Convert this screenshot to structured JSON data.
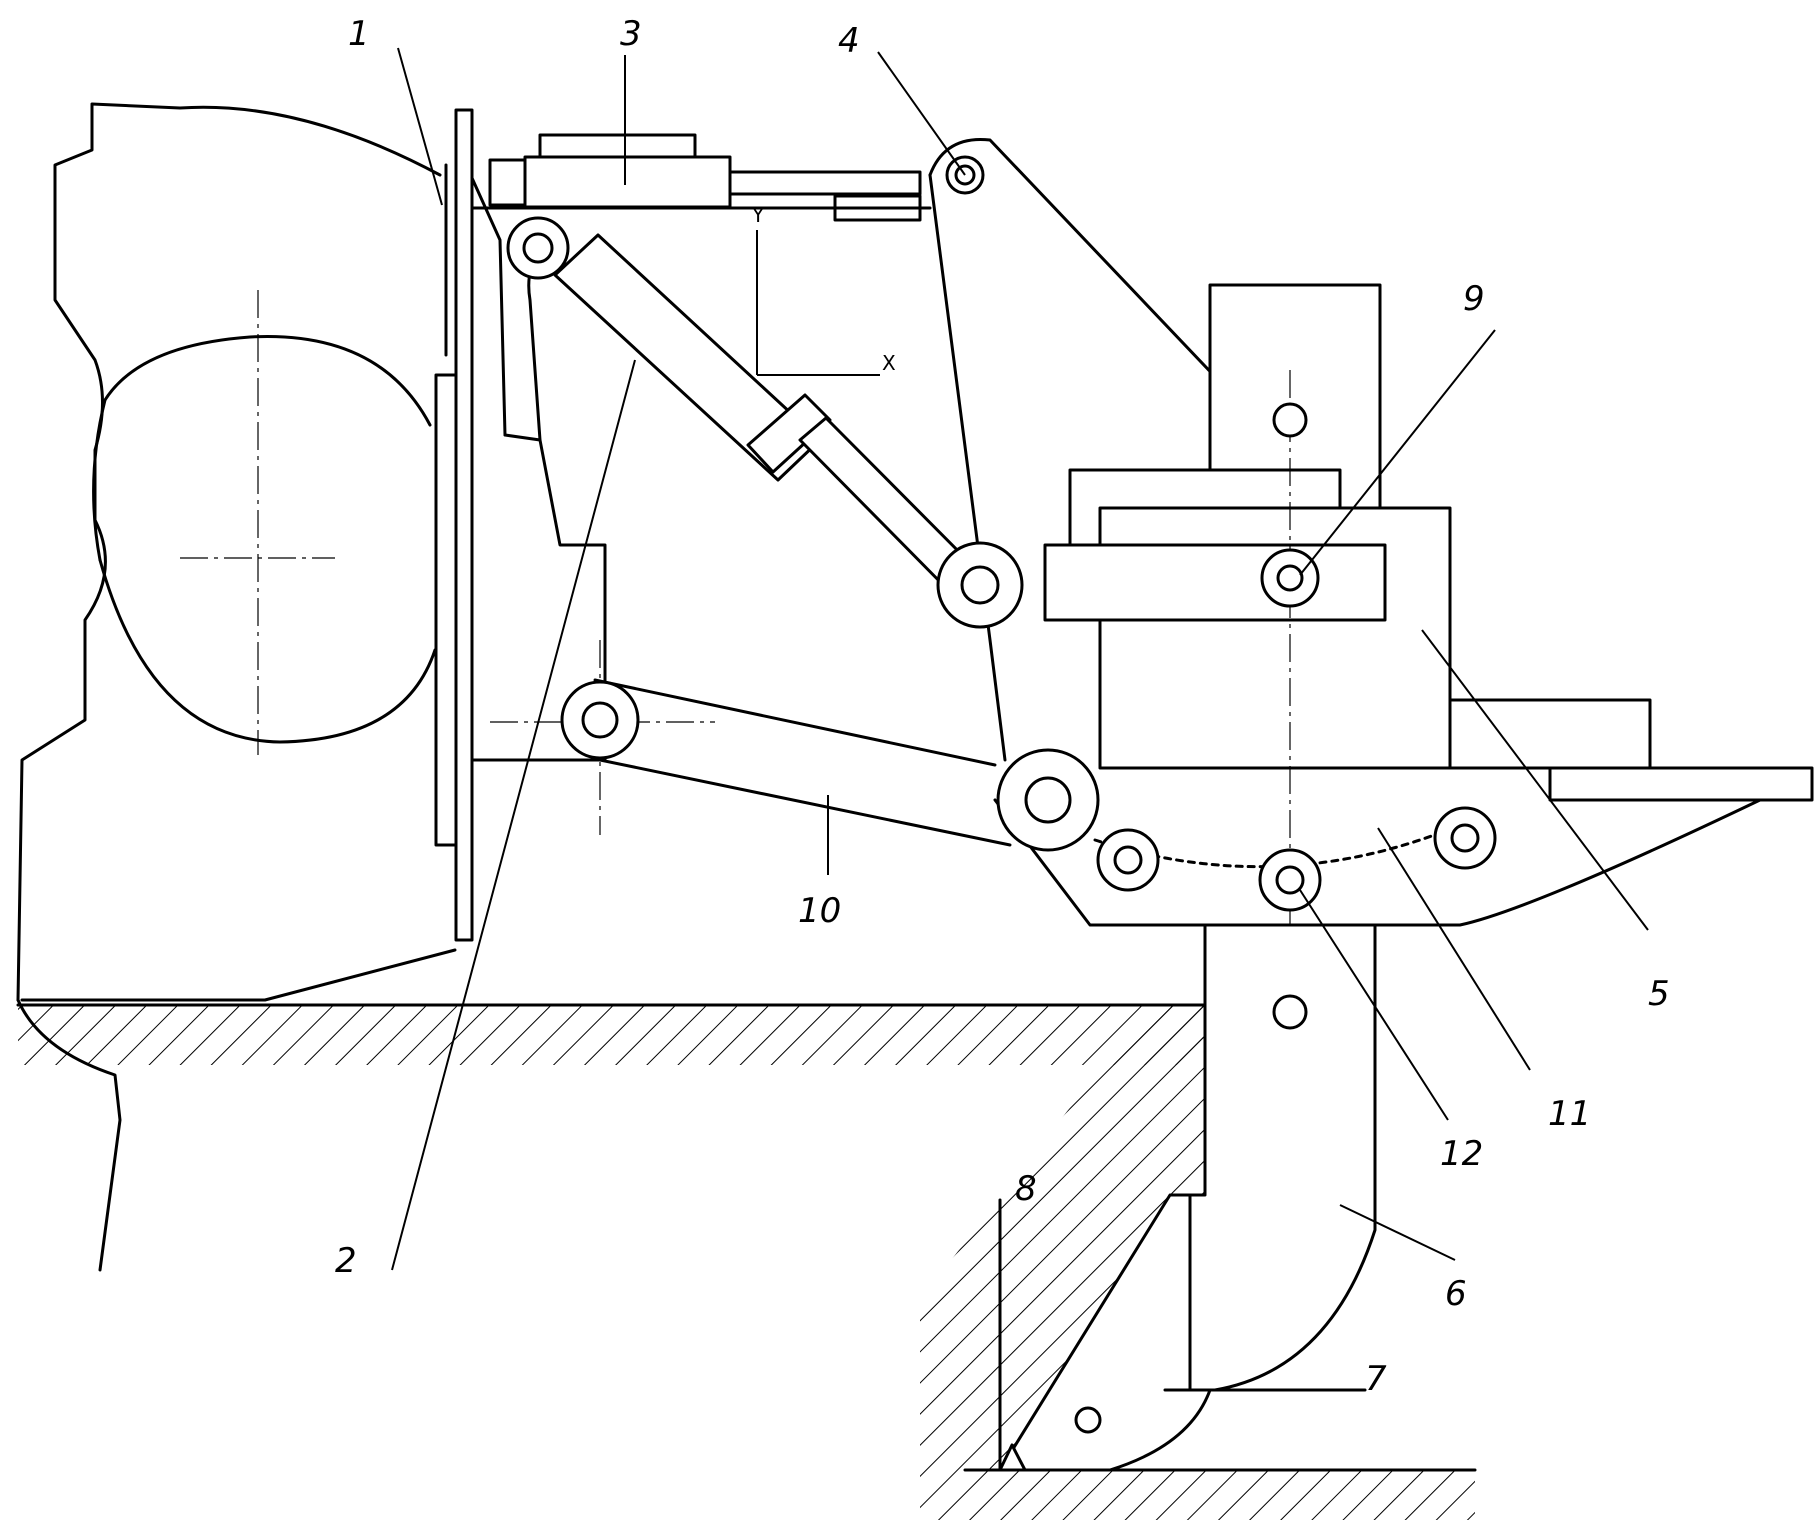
{
  "labels": {
    "l1": "1",
    "l2": "2",
    "l3": "3",
    "l4": "4",
    "l5": "5",
    "l6": "6",
    "l7": "7",
    "l8": "8",
    "l9": "9",
    "l10": "10",
    "l11": "11",
    "l12": "12"
  },
  "axes": {
    "x": "X",
    "y": "Y"
  }
}
